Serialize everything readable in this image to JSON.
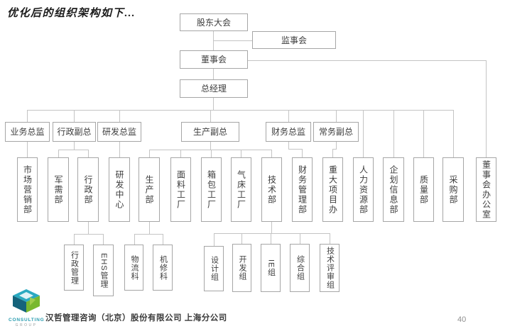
{
  "page": {
    "title": "优化后的组织架构如下…",
    "page_number": "40"
  },
  "footer": {
    "company": "汉哲管理咨询（北京）股份有限公司 上海分公司",
    "logo_text": "CONSULTING",
    "logo_subtext": "GROUP"
  },
  "colors": {
    "box_border": "#a6a6a6",
    "connector": "#c4c4c4",
    "logo_teal": "#2aa9c0",
    "logo_dark_teal": "#15637b",
    "logo_green": "#79b82e"
  },
  "org_chart": {
    "level1": {
      "shareholders_meeting": "股东大会",
      "supervisory_board": "监事会",
      "board_of_directors": "董事会",
      "general_manager": "总经理"
    },
    "level2": {
      "business_director": "业务总监",
      "admin_vp": "行政副总",
      "rd_director": "研发总监",
      "production_vp": "生产副总",
      "finance_director": "财务总监",
      "executive_vp": "常务副总"
    },
    "level3": {
      "marketing": "市场营销部",
      "military_supply": "军需部",
      "admin": "行政部",
      "rd_center": "研发中心",
      "production": "生产部",
      "fabric_factory": "面料工厂",
      "bag_factory": "箱包工厂",
      "airbed_factory": "气床工厂",
      "technology": "技术部",
      "finance_mgmt": "财务管理部",
      "major_projects": "重大项目办",
      "hr": "人力资源部",
      "planning_info": "企划信息部",
      "quality": "质量部",
      "procurement": "采购部",
      "board_office": "董事会办公室"
    },
    "level4": {
      "admin_mgmt": "行政管理",
      "ehs_mgmt": "EHS管理",
      "logistics": "物流科",
      "maintenance": "机修科",
      "design_team": "设计组",
      "dev_team": "开发组",
      "ie_team": "IE组",
      "general_team": "综合组",
      "tech_review_team": "技术评审组"
    }
  }
}
